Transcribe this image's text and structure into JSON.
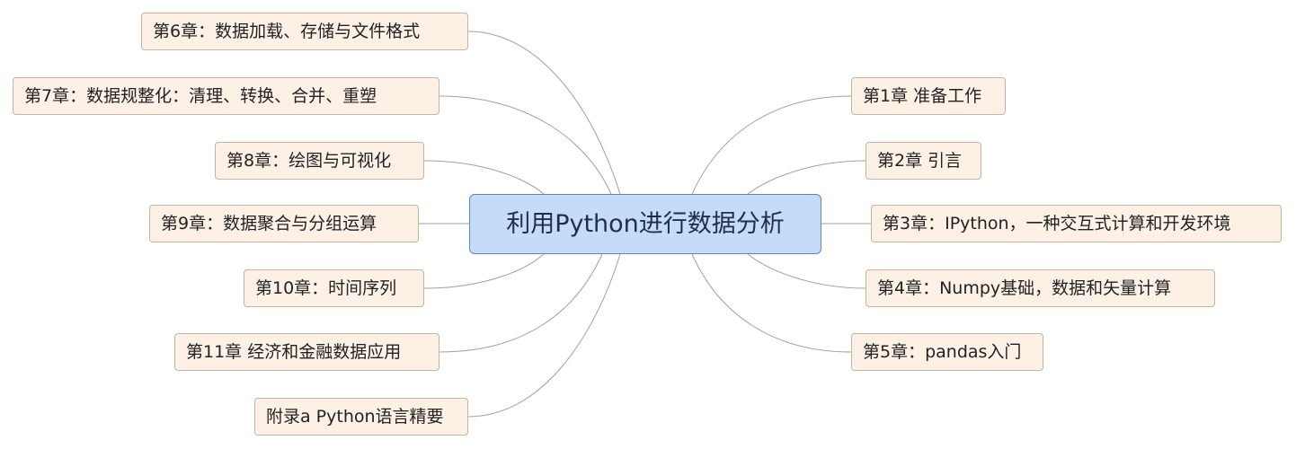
{
  "central": {
    "label": "利用Python进行数据分析"
  },
  "left_nodes": [
    {
      "label": "第6章：数据加载、存储与文件格式"
    },
    {
      "label": "第7章：数据规整化：清理、转换、合并、重塑"
    },
    {
      "label": "第8章：绘图与可视化"
    },
    {
      "label": "第9章：数据聚合与分组运算"
    },
    {
      "label": "第10章：时间序列"
    },
    {
      "label": "第11章 经济和金融数据应用"
    },
    {
      "label": "附录a Python语言精要"
    }
  ],
  "right_nodes": [
    {
      "label": "第1章 准备工作"
    },
    {
      "label": "第2章 引言"
    },
    {
      "label": "第3章：IPython，一种交互式计算和开发环境"
    },
    {
      "label": "第4章：Numpy基础，数据和矢量计算"
    },
    {
      "label": "第5章：pandas入门"
    }
  ],
  "colors": {
    "central_fill": "#c6dbf8",
    "node_fill": "#fdf1e6",
    "link": "#a0a0a0"
  }
}
